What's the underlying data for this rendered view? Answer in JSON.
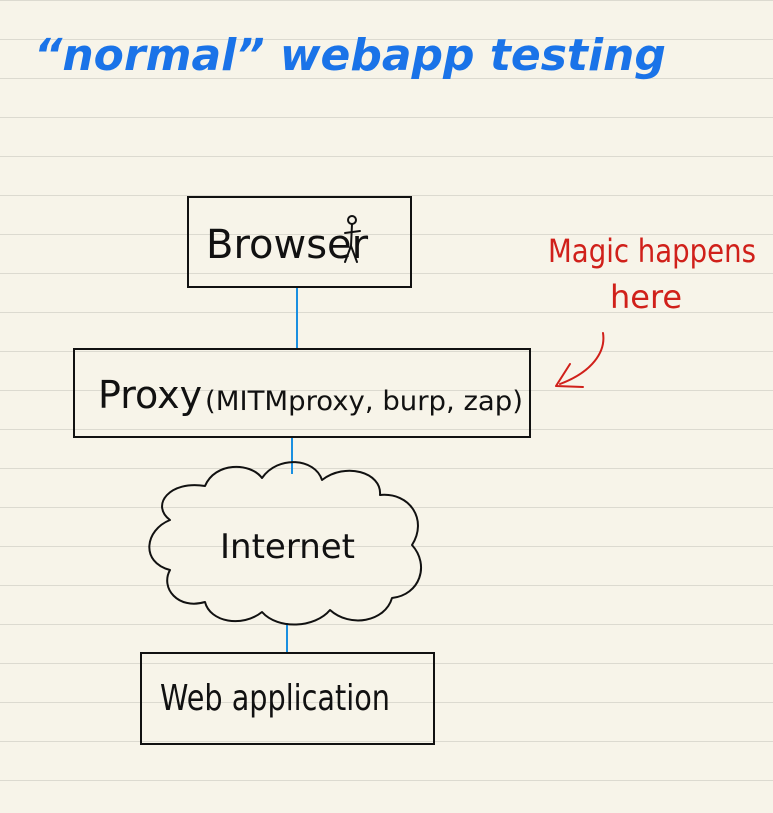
{
  "title": "“normal”  webapp testing",
  "nodes": {
    "browser": "Browser",
    "proxy_name": "Proxy",
    "proxy_tools": "(MITMproxy, burp, zap)",
    "internet": "Internet",
    "webapp": "Web  application"
  },
  "annotation": {
    "line1": "Magic  happens",
    "line2": "here"
  },
  "colors": {
    "ink": "#111111",
    "title": "#1a73e8",
    "connector": "#1a8fe0",
    "annotation": "#d0201a",
    "paper": "#f7f4e9",
    "rule": "#dcdad0"
  }
}
